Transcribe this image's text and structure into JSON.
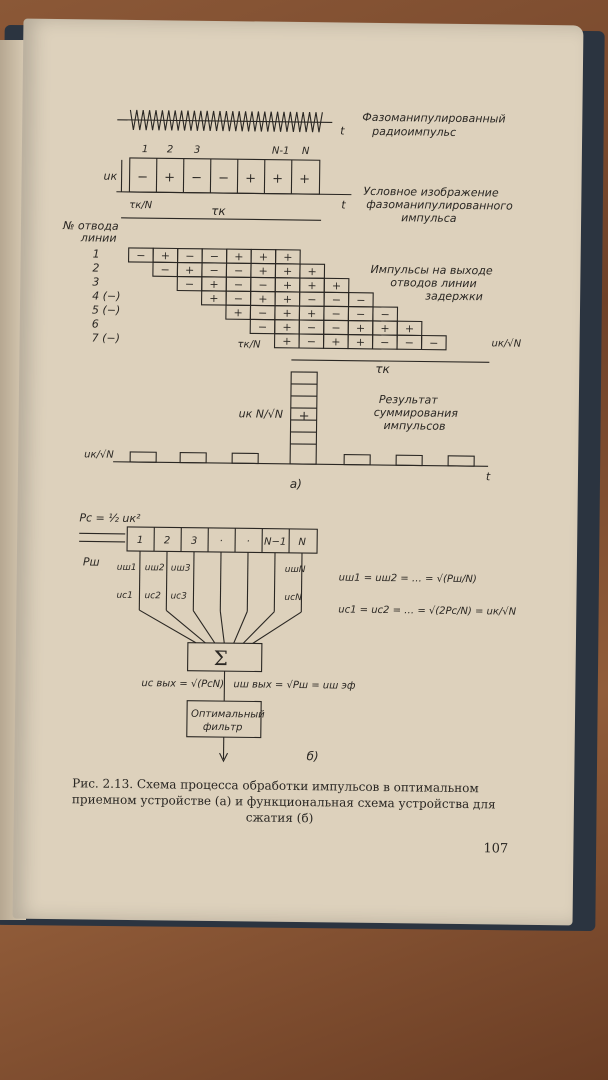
{
  "pageNumber": "107",
  "diagramA": {
    "phaseLabel": "Фазоманипулированный",
    "phaseLabel2": "радиоимпульс",
    "tAxis": "t",
    "uk": "uк",
    "positions": [
      "1",
      "2",
      "3",
      "N-1",
      "N"
    ],
    "codeSigns": [
      "−",
      "+",
      "−",
      "−",
      "+",
      "+",
      "+"
    ],
    "condLabel1": "Условное изображение",
    "condLabel2": "фазоманипулированного",
    "condLabel3": "импульса",
    "tauK": "τк",
    "tauKN": "τк/N",
    "tapHeader1": "№ отвода",
    "tapHeader2": "линии",
    "rows": [
      "1",
      "2",
      "3",
      "4 (−)",
      "5 (−)",
      "6",
      "7 (−)"
    ],
    "outLabel1": "Импульсы на выходе",
    "outLabel2": "отводов линии",
    "outLabel3": "задержки",
    "ukSqrtN": "uк/√N",
    "resultLabel1": "Результат",
    "resultLabel2": "суммирования",
    "resultLabel3": "импульсов",
    "ukNsqrtN": "uк N/√N",
    "partA": "а)"
  },
  "diagramB": {
    "pc": "Pс = ½ uк²",
    "psh": "Pш",
    "cells": [
      "1",
      "2",
      "3",
      "·",
      "·",
      "N−1",
      "N"
    ],
    "ush": [
      "uш1",
      "uш2",
      "uш3",
      "uшN"
    ],
    "uc": [
      "uс1",
      "uс2",
      "uс3",
      "uсN"
    ],
    "eq1": "uш1 = uш2 = … = √(Pш/N)",
    "eq2": "uс1 = uс2 = … = √(2Pс/N) = uк/√N",
    "sigma": "Σ",
    "outC": "uс вых = √(PсN)",
    "outSh": "uш вых = √Pш = uш эф",
    "filter1": "Оптимальный",
    "filter2": "фильтр",
    "partB": "б)"
  },
  "caption": {
    "line1": "Рис. 2.13. Схема процесса обработки импульсов в оптимальном",
    "line2": "приемном устройстве (а) и функциональная схема устройства для",
    "line3": "сжатия (б)"
  }
}
